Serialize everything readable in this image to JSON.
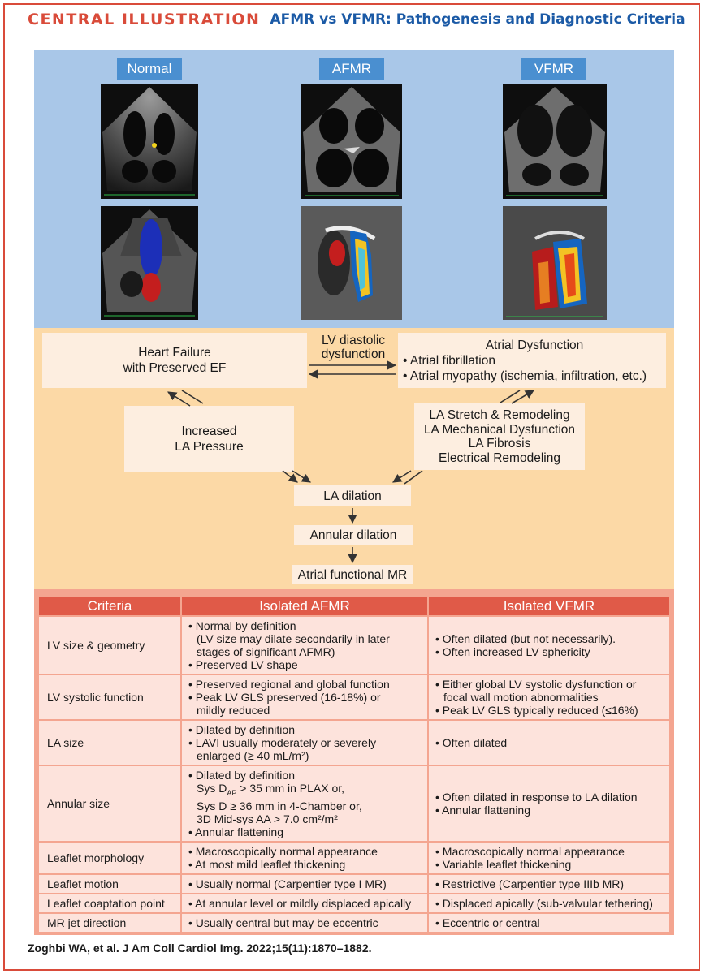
{
  "header": {
    "central_label": "CENTRAL ILLUSTRATION",
    "title": "AFMR vs VFMR: Pathogenesis and Diagnostic Criteria"
  },
  "echo": {
    "labels": [
      "Normal",
      "AFMR",
      "VFMR"
    ]
  },
  "flow": {
    "hfpef": [
      "Heart Failure",
      "with Preserved EF"
    ],
    "lv_diastolic": [
      "LV diastolic",
      "dysfunction"
    ],
    "atrial_dysfunction": {
      "title": "Atrial Dysfunction",
      "items": [
        "Atrial fibrillation",
        "Atrial myopathy (ischemia, infiltration, etc.)"
      ]
    },
    "increased_la": [
      "Increased",
      "LA Pressure"
    ],
    "la_remodeling": [
      "LA Stretch & Remodeling",
      "LA Mechanical Dysfunction",
      "LA Fibrosis",
      "Electrical Remodeling"
    ],
    "la_dilation": "LA dilation",
    "annular_dilation": "Annular dilation",
    "atrial_functional_mr": "Atrial functional MR"
  },
  "table": {
    "headers": [
      "Criteria",
      "Isolated AFMR",
      "Isolated VFMR"
    ],
    "rows": [
      {
        "criteria": "LV size & geometry",
        "afmr": [
          "Normal by definition",
          "(LV size may dilate secondarily in later",
          "stages of significant AFMR)",
          "Preserved LV shape"
        ],
        "vfmr": [
          "Often dilated (but not necessarily).",
          "Often increased LV sphericity"
        ]
      },
      {
        "criteria": "LV systolic function",
        "afmr": [
          "Preserved regional and global function",
          "Peak LV GLS preserved (16-18%) or",
          "mildly reduced"
        ],
        "vfmr": [
          "Either global LV systolic dysfunction or",
          "focal wall motion abnormalities",
          "Peak LV GLS typically reduced (≤16%)"
        ]
      },
      {
        "criteria": "LA size",
        "afmr": [
          "Dilated by definition",
          "LAVI usually moderately or severely",
          "enlarged (≥ 40 mL/m²)"
        ],
        "vfmr": [
          "Often dilated"
        ]
      },
      {
        "criteria": "Annular size",
        "afmr": [
          "Dilated by definition",
          "Sys D",
          "AP",
          " > 35 mm in PLAX or,",
          "Sys D ≥ 36 mm in 4-Chamber or,",
          "3D Mid-sys AA > 7.0 cm²/m²",
          "Annular flattening"
        ],
        "vfmr": [
          "Often dilated in response to LA dilation",
          "Annular flattening"
        ]
      },
      {
        "criteria": "Leaflet morphology",
        "afmr": [
          "Macroscopically normal appearance",
          "At most mild leaflet thickening"
        ],
        "vfmr": [
          "Macroscopically normal appearance",
          "Variable leaflet thickening"
        ]
      },
      {
        "criteria": "Leaflet motion",
        "afmr": [
          "Usually normal (Carpentier type I MR)"
        ],
        "vfmr": [
          "Restrictive (Carpentier type IIIb MR)"
        ]
      },
      {
        "criteria": "Leaflet coaptation point",
        "afmr": [
          "At annular level or mildly displaced apically"
        ],
        "vfmr": [
          "Displaced apically (sub-valvular tethering)"
        ]
      },
      {
        "criteria": "MR jet direction",
        "afmr": [
          "Usually central but may be eccentric"
        ],
        "vfmr": [
          "Eccentric or central"
        ]
      }
    ]
  },
  "citation": "Zoghbi WA, et al. J Am Coll Cardiol Img. 2022;15(11):1870–1882.",
  "colors": {
    "accent_red": "#d94b3a",
    "title_blue": "#1b5aa6",
    "echo_bg": "#a9c7e8",
    "label_blue": "#4a8fd0",
    "orange_bg": "#fcd9a6",
    "table_bg": "#f4a590",
    "header_red": "#e05a48",
    "cell_pink": "#fde3dc"
  }
}
